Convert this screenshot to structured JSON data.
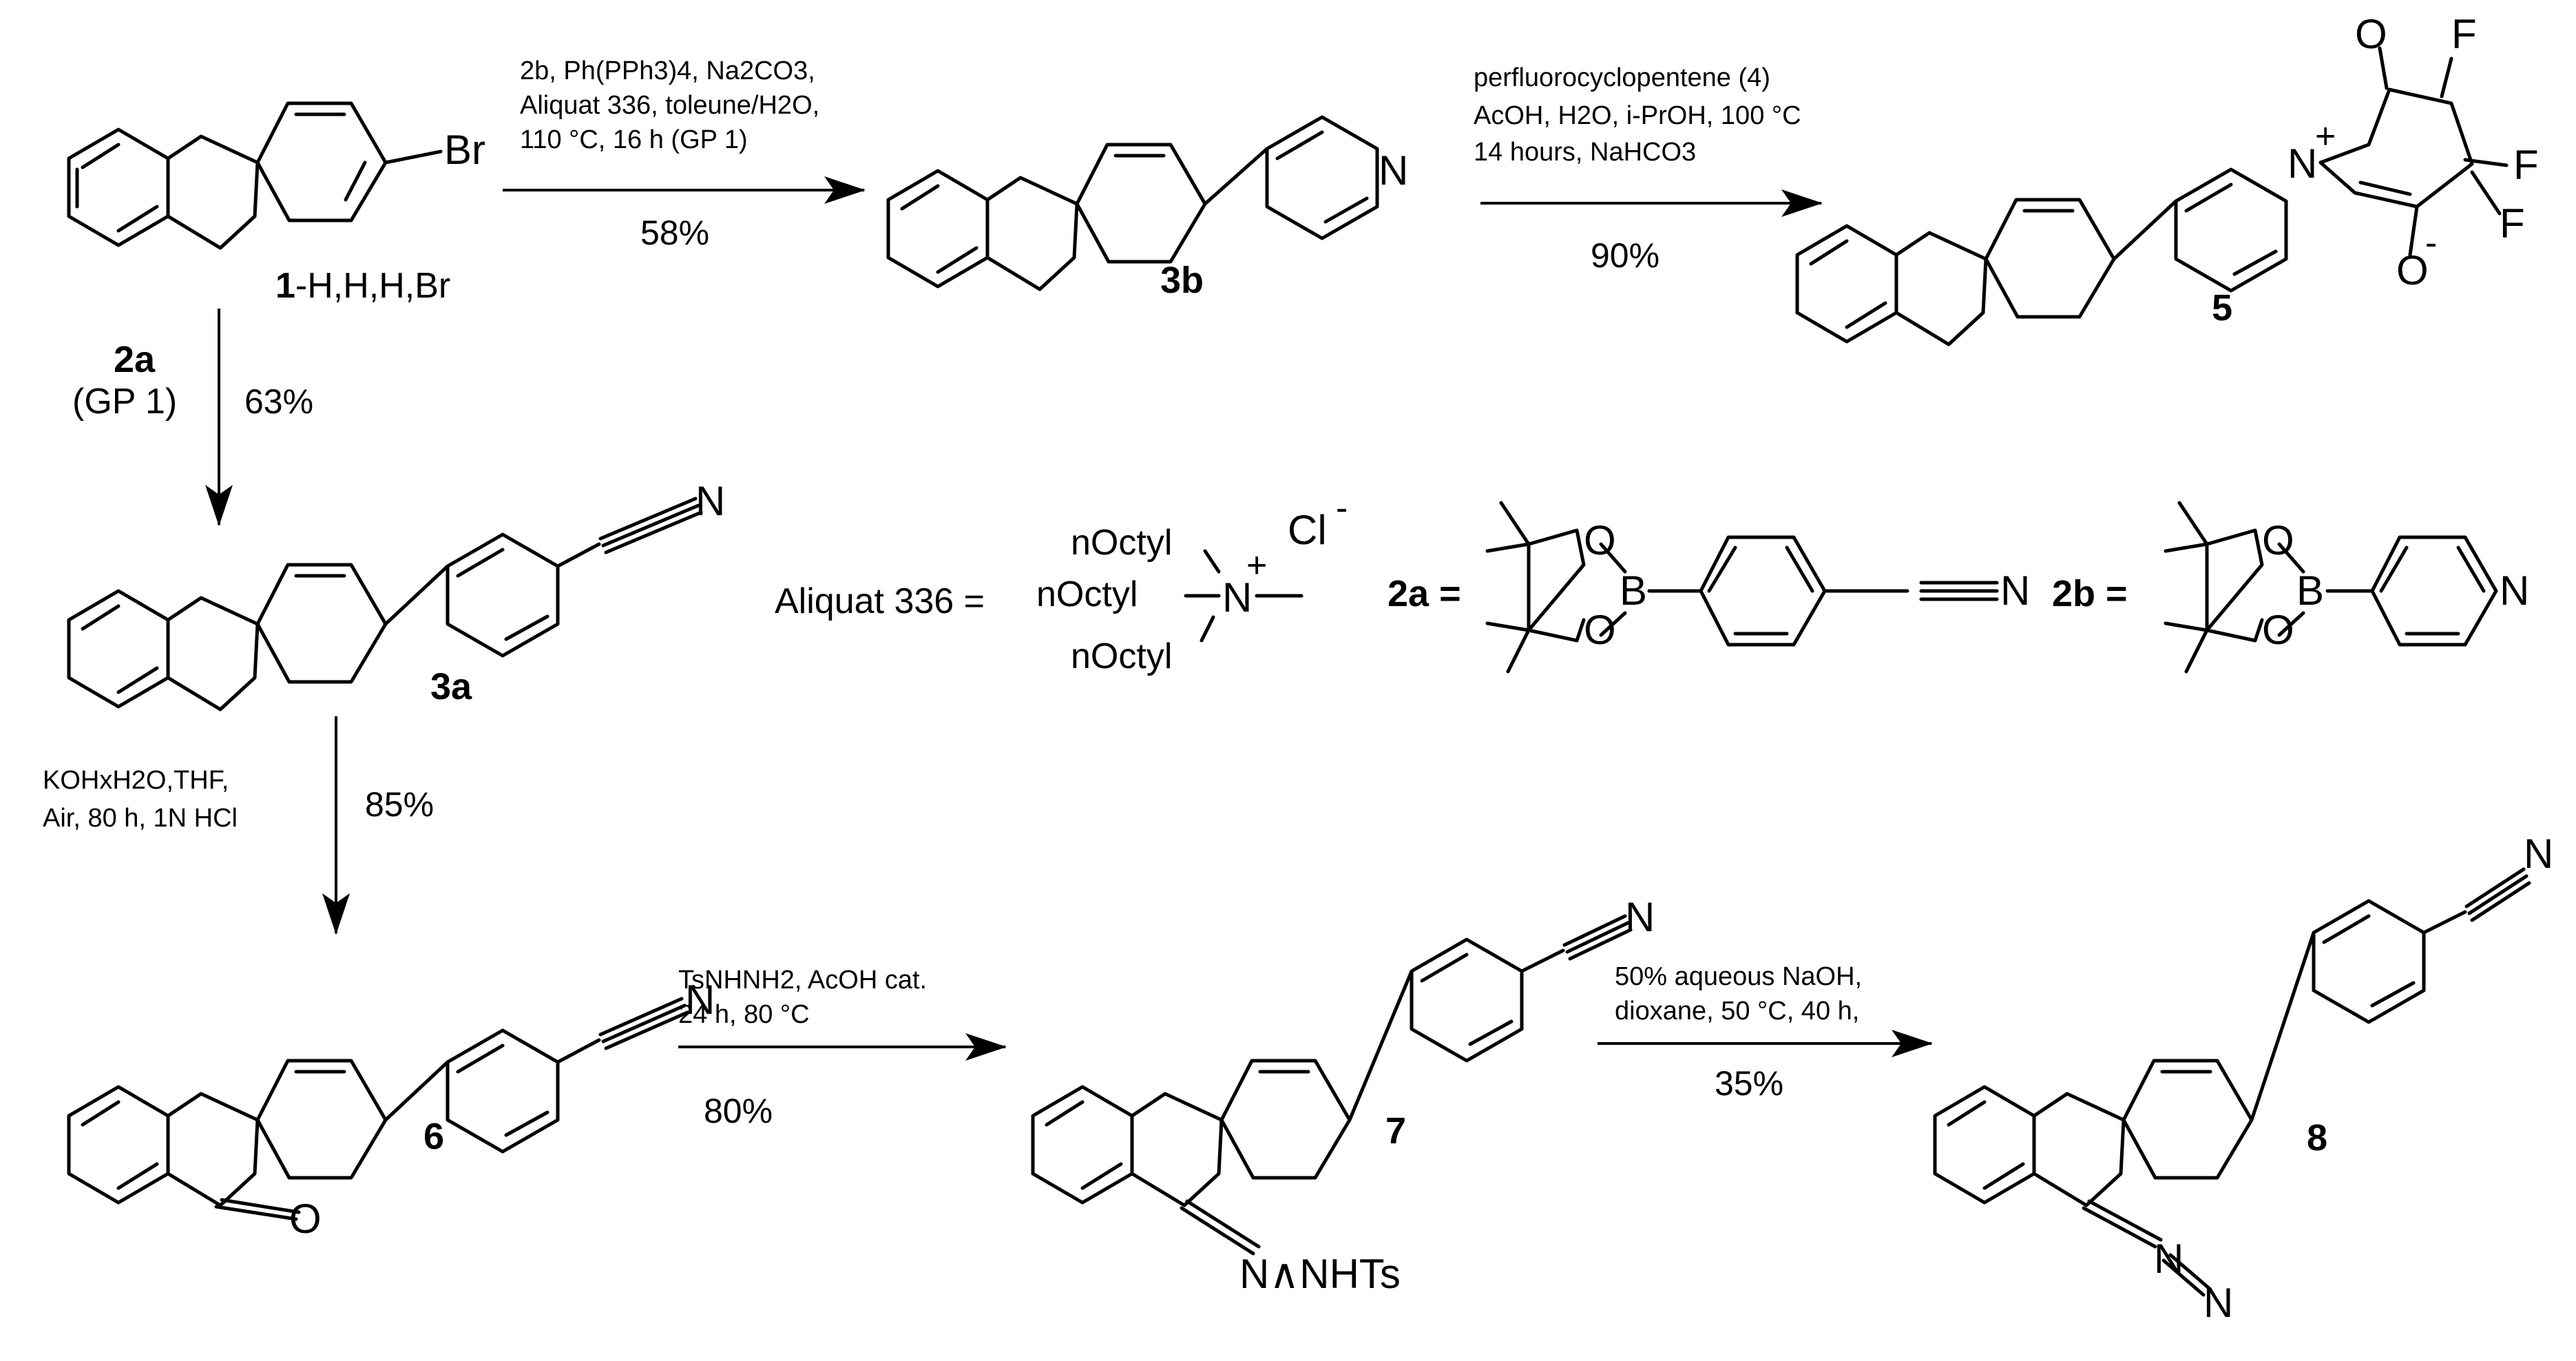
{
  "compounds": {
    "c1": {
      "number": "1",
      "suffix": "-H,H,H,Br",
      "atoms": {
        "br": "Br"
      }
    },
    "c3b": {
      "label": "3b",
      "atoms": {
        "n": "N"
      }
    },
    "c5": {
      "label": "5",
      "atoms": {
        "n": "N",
        "o1": "O",
        "o2": "O",
        "f1": "F",
        "f2": "F",
        "f3": "F",
        "plus": "+",
        "minus": "-"
      }
    },
    "c3a": {
      "label": "3a",
      "atoms": {
        "n": "N"
      }
    },
    "c6": {
      "label": "6",
      "atoms": {
        "n": "N",
        "o": "O"
      }
    },
    "c7": {
      "label": "7",
      "atoms": {
        "n": "N",
        "nhts": "N∧NHTs"
      }
    },
    "c8": {
      "label": "8",
      "atoms": {
        "n": "N",
        "n1": "N",
        "n2": "N"
      }
    }
  },
  "definitions": {
    "aliquat": {
      "label": "Aliquat 336 =",
      "octyl1": "nOctyl",
      "octyl2": "nOctyl",
      "octyl3": "nOctyl",
      "n": "N",
      "plus": "+",
      "cl": "Cl",
      "minus": "-"
    },
    "r2a": {
      "label": "2a =",
      "o1": "O",
      "o2": "O",
      "b": "B",
      "n": "N"
    },
    "r2b": {
      "label": "2b =",
      "o1": "O",
      "o2": "O",
      "b": "B",
      "n": "N"
    }
  },
  "reactions": {
    "r1": {
      "line1": "2b, Ph(PPh3)4, Na2CO3,",
      "line2": "Aliquat 336, toleune/H2O,",
      "line3": "110 °C, 16 h (GP 1)",
      "yield": "58%"
    },
    "r2": {
      "line1": "perfluorocyclopentene (4)",
      "line2": "AcOH, H2O, i-PrOH, 100 °C",
      "line3": "14 hours, NaHCO3",
      "yield": "90%"
    },
    "r3": {
      "reagent": "2a",
      "line2": "(GP 1)",
      "yield": "63%"
    },
    "r4": {
      "line1": "KOHxH2O,THF,",
      "line2": "Air, 80 h, 1N HCl",
      "yield": "85%"
    },
    "r5": {
      "line1": "TsNHNH2, AcOH cat.",
      "line2": "24 h, 80 °C",
      "yield": "80%"
    },
    "r6": {
      "line1": "50% aqueous NaOH,",
      "line2": "dioxane, 50 °C, 40 h,",
      "yield": "35%"
    }
  }
}
